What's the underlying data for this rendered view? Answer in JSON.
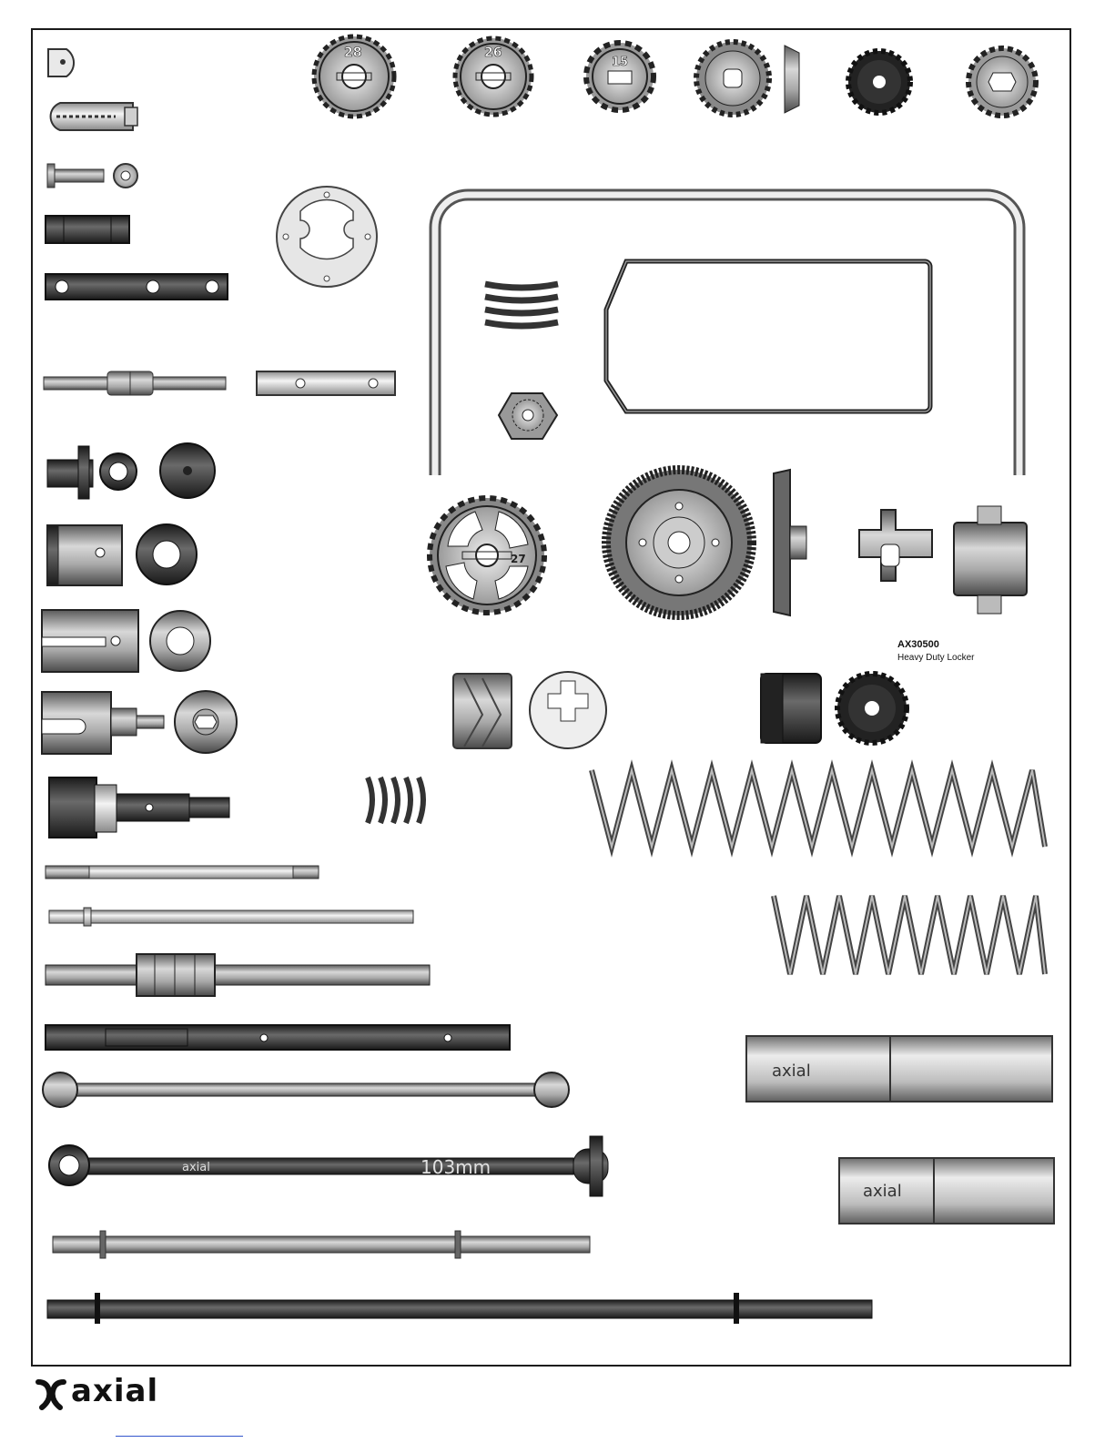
{
  "locker": {
    "sku": "AX30500",
    "name": "Heavy Duty Locker"
  },
  "gear_numbers": {
    "g28": "28",
    "g26": "26",
    "g15": "15",
    "g27": "27"
  },
  "driveshaft_length": "103mm",
  "logo_text": "axial",
  "shock_logo_text": "axial",
  "colors": {
    "outline": "#1a1a1a",
    "metal": "#9a9a9a",
    "dark": "#2c2c2c",
    "light": "#dcdcdc"
  },
  "icons": {
    "brand": "axial-logo-icon"
  }
}
